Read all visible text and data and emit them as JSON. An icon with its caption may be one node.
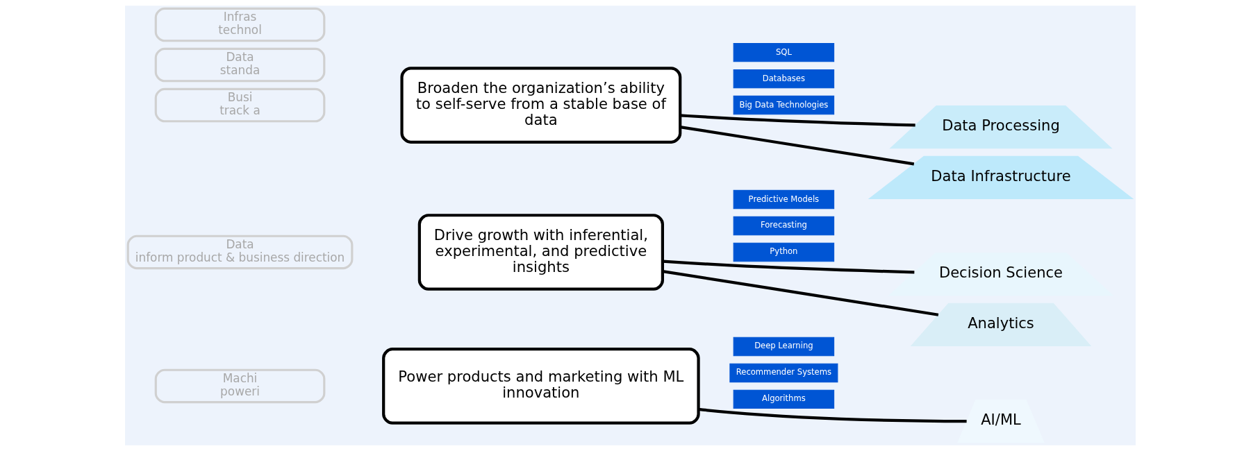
{
  "diagram": {
    "nodes": [
      {
        "text": [
          "Machi",
          "poweri"
        ]
      },
      {
        "text": [
          "Data",
          "inform product & business direction"
        ]
      },
      {
        "text": [
          "Busi",
          "track a"
        ]
      },
      {
        "text": [
          "Data",
          "standa"
        ]
      },
      {
        "text": [
          "Infras",
          "technol"
        ]
      },
      {
        "text": [
          "Power products and marketing with ML innovation"
        ]
      },
      {
        "text": [
          "Drive growth with inferential, experimental, and predictive insights"
        ]
      },
      {
        "text": [
          "Broaden the organization’s ability to self-serve from a stable base of data"
        ]
      },
      {
        "text": [
          "Deep Learning"
        ]
      },
      {
        "text": [
          "Recommender Systems"
        ]
      },
      {
        "text": [
          "Algorithms"
        ]
      },
      {
        "text": [
          "Predictive Models"
        ]
      },
      {
        "text": [
          "Forecasting"
        ]
      },
      {
        "text": [
          "Python"
        ]
      },
      {
        "text": [
          "SQL"
        ]
      },
      {
        "text": [
          "Databases"
        ]
      },
      {
        "text": [
          "Big Data Technologies"
        ]
      },
      {
        "text": [
          "AI/ML"
        ]
      },
      {
        "text": [
          "Decision Science"
        ]
      },
      {
        "text": [
          "Analytics"
        ]
      },
      {
        "text": [
          "Data Processing"
        ]
      },
      {
        "text": [
          "Data Infrastructure"
        ]
      }
    ],
    "edges": [
      {
        "from": 5,
        "to": 17,
        "arrow": "none"
      },
      {
        "from": 6,
        "to": 18,
        "arrow": "none"
      },
      {
        "from": 6,
        "to": 19,
        "arrow": "none"
      },
      {
        "from": 7,
        "to": 20,
        "arrow": "none"
      },
      {
        "from": 7,
        "to": 21,
        "arrow": "none"
      }
    ]
  }
}
